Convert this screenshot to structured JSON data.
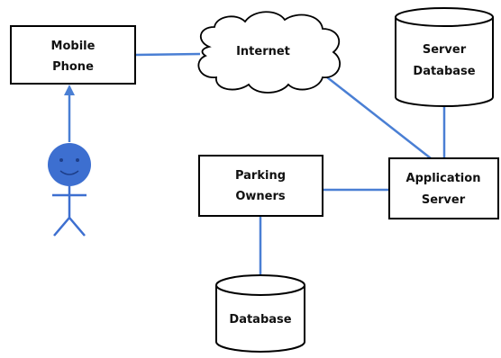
{
  "nodes": {
    "mobile_phone": {
      "line1": "Mobile",
      "line2": "Phone"
    },
    "internet": {
      "label": "Internet"
    },
    "server_database": {
      "line1": "Server",
      "line2": "Database"
    },
    "parking_owners": {
      "line1": "Parking",
      "line2": "Owners"
    },
    "application_server": {
      "line1": "Application",
      "line2": "Server"
    },
    "database": {
      "label": "Database"
    }
  },
  "colors": {
    "connector": "#4a7fd4",
    "user_figure": "#3d6fd0",
    "outline": "#000000"
  },
  "icons": {
    "user": "user-stick-figure-icon"
  }
}
